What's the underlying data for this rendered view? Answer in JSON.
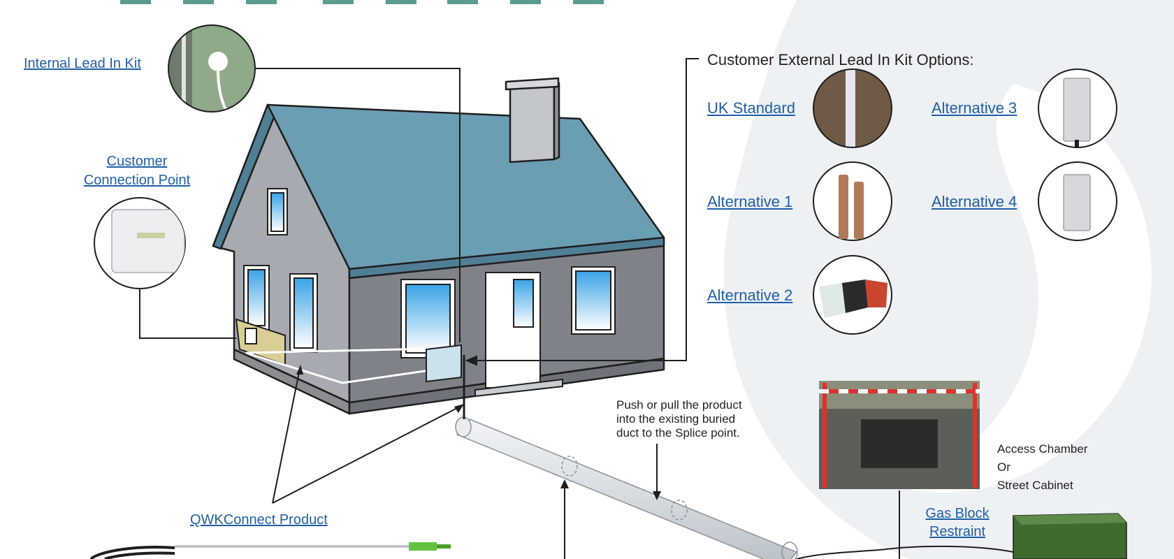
{
  "labels": {
    "internal_lead_in_kit": "Internal Lead In Kit",
    "customer_connection_point_line1": "Customer",
    "customer_connection_point_line2": "Connection Point",
    "external_options_title": "Customer External Lead In Kit Options:",
    "uk_standard": "UK Standard",
    "alternative_1": "Alternative 1",
    "alternative_2": "Alternative 2",
    "alternative_3": "Alternative 3",
    "alternative_4": "Alternative 4",
    "qwkconnect_product": "QWKConnect Product",
    "push_pull_line1": "Push or pull the product",
    "push_pull_line2": "into the existing buried",
    "push_pull_line3": "duct to the Splice point.",
    "access_chamber_line1": "Access Chamber",
    "access_chamber_line2": "Or",
    "access_chamber_line3": "Street Cabinet",
    "gas_block_line1": "Gas Block",
    "gas_block_line2": "Restraint"
  },
  "colors": {
    "link": "#1f5fa8",
    "roof": "#6b9db3",
    "wall": "#9a9da3",
    "wall_front": "#7f8288",
    "window": "#5fb6e8",
    "floor": "#cfe3ea",
    "cabinet": "#3f6b2f",
    "watermark": "#eef1f3"
  }
}
